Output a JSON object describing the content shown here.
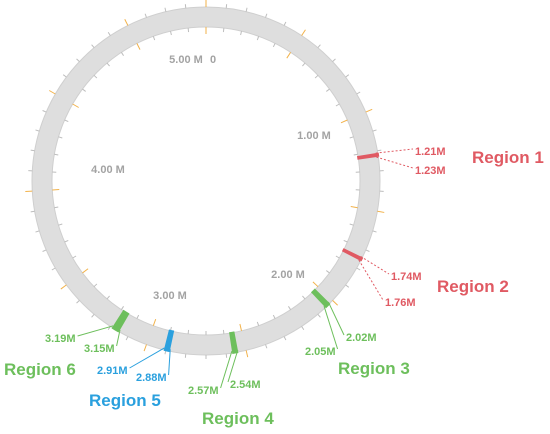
{
  "genome": {
    "total_length_mb": 5.4,
    "ring_color": "#dedede",
    "tick_color": "#bdbdbd",
    "major_tick_color": "#f2b24a",
    "scale_label_color": "#a3a3a3"
  },
  "scale_labels": [
    "0",
    "1.00 M",
    "2.00 M",
    "3.00 M",
    "4.00 M",
    "5.00 M"
  ],
  "regions": [
    {
      "name": "Region 1",
      "start_label": "1.21M",
      "end_label": "1.23M",
      "start_mb": 1.21,
      "end_mb": 1.23,
      "color": "#e05a63",
      "leader": "dotted"
    },
    {
      "name": "Region 2",
      "start_label": "1.74M",
      "end_label": "1.76M",
      "start_mb": 1.74,
      "end_mb": 1.76,
      "color": "#e05a63",
      "leader": "dotted"
    },
    {
      "name": "Region 3",
      "start_label": "2.02M",
      "end_label": "2.05M",
      "start_mb": 2.02,
      "end_mb": 2.05,
      "color": "#6dbf5c",
      "leader": "solid"
    },
    {
      "name": "Region 4",
      "start_label": "2.54M",
      "end_label": "2.57M",
      "start_mb": 2.54,
      "end_mb": 2.57,
      "color": "#6dbf5c",
      "leader": "solid"
    },
    {
      "name": "Region 5",
      "start_label": "2.88M",
      "end_label": "2.91M",
      "start_mb": 2.88,
      "end_mb": 2.91,
      "color": "#2aa0de",
      "leader": "solid"
    },
    {
      "name": "Region 6",
      "start_label": "3.15M",
      "end_label": "3.19M",
      "start_mb": 3.15,
      "end_mb": 3.19,
      "color": "#6dbf5c",
      "leader": "solid"
    }
  ]
}
